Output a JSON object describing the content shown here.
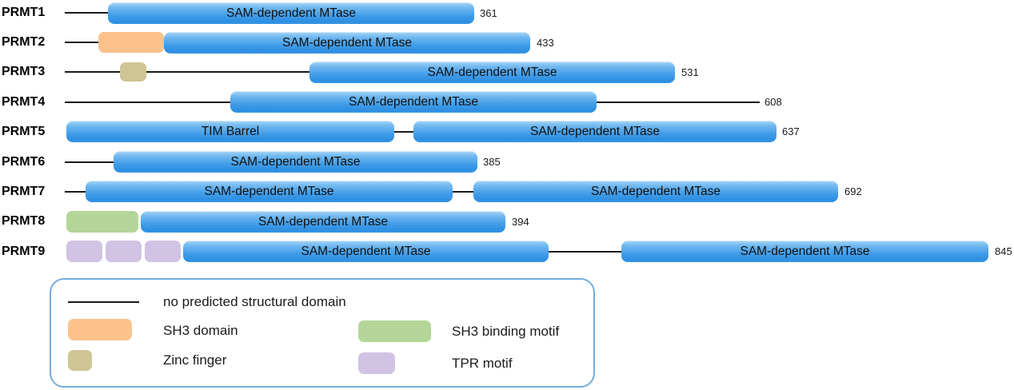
{
  "rows": [
    {
      "name": "PRMT1",
      "end": "361",
      "d1": "SAM-dependent MTase"
    },
    {
      "name": "PRMT2",
      "end": "433",
      "d1": "SAM-dependent MTase",
      "motif": "SH3 domain"
    },
    {
      "name": "PRMT3",
      "end": "531",
      "d1": "SAM-dependent MTase",
      "motif": "Zinc finger"
    },
    {
      "name": "PRMT4",
      "end": "608",
      "d1": "SAM-dependent MTase"
    },
    {
      "name": "PRMT5",
      "end": "637",
      "d1": "TIM Barrel",
      "d2": "SAM-dependent MTase"
    },
    {
      "name": "PRMT6",
      "end": "385",
      "d1": "SAM-dependent MTase"
    },
    {
      "name": "PRMT7",
      "end": "692",
      "d1": "SAM-dependent MTase",
      "d2": "SAM-dependent MTase"
    },
    {
      "name": "PRMT8",
      "end": "394",
      "d1": "SAM-dependent MTase",
      "motif": "SH3 binding motif"
    },
    {
      "name": "PRMT9",
      "end": "845",
      "d1": "SAM-dependent MTase",
      "d2": "SAM-dependent MTase",
      "motif": "TPR motif",
      "motif_count": 3
    }
  ],
  "legend": {
    "items": [
      {
        "label": "no predicted structural domain",
        "swatch": "black-line"
      },
      {
        "label": "SH3 domain",
        "swatch": "orange-box"
      },
      {
        "label": "Zinc finger",
        "swatch": "khaki-box"
      },
      {
        "label": "SH3 binding motif",
        "swatch": "green-box"
      },
      {
        "label": "TPR motif",
        "swatch": "purple-box"
      }
    ]
  },
  "colors": {
    "domain_blue": "#3D9AE7",
    "sh3_orange": "#FBC28C",
    "zinc_khaki": "#CEC494",
    "sh3_binding_green": "#B4D698",
    "tpr_purple": "#D0C3E3",
    "legend_border": "#74ADDC",
    "line_black": "#1A1A1A"
  }
}
